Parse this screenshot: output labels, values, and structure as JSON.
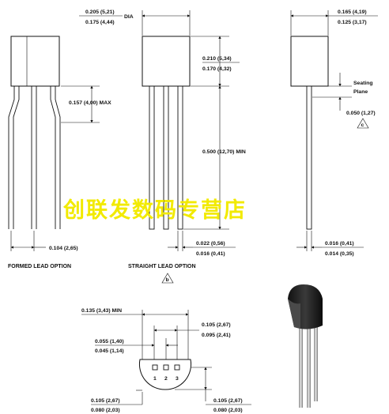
{
  "dims": {
    "dia_top": "0.205 (5,21)",
    "dia_bottom": "0.175 (4,44)",
    "dia_label": "DIA",
    "body_height_top": "0.210 (5,34)",
    "body_height_bottom": "0.170 (4,32)",
    "form_max": "0.157 (4,00) MAX",
    "lead_length": "0.500 (12,70) MIN",
    "formed_pitch": "0.104 (2,65)",
    "lead_width_top": "0.022 (0,56)",
    "lead_width_bottom": "0.016 (0,41)",
    "side_width_top": "0.165 (4,19)",
    "side_width_bottom": "0.125 (3,17)",
    "seating_plane": "Seating Plane",
    "seating_gap": "0.050 (1,27)",
    "lead_thick_top": "0.016 (0,41)",
    "lead_thick_bottom": "0.014 (0,35)",
    "bottom_min": "0.135 (3,43) MIN",
    "bottom_top_right_top": "0.105 (2,67)",
    "bottom_top_right_bottom": "0.095 (2,41)",
    "bottom_left_top": "0.055 (1,40)",
    "bottom_left_bottom": "0.045 (1,14)",
    "bottom_bl_top": "0.105 (2,67)",
    "bottom_bl_bottom": "0.080 (2,03)",
    "bottom_br_top": "0.105 (2,67)",
    "bottom_br_bottom": "0.080 (2,03)"
  },
  "captions": {
    "formed": "FORMED LEAD OPTION",
    "straight": "STRAIGHT LEAD OPTION"
  },
  "notes": {
    "note_c": "c",
    "note_b": "b"
  },
  "pins": [
    "1",
    "2",
    "3"
  ],
  "watermark": "创联发数码专营店",
  "photo": {
    "description_icon": "to92-transistor-photo",
    "body_color": "#2a2a2a",
    "lead_color": "#b8b8b8"
  }
}
